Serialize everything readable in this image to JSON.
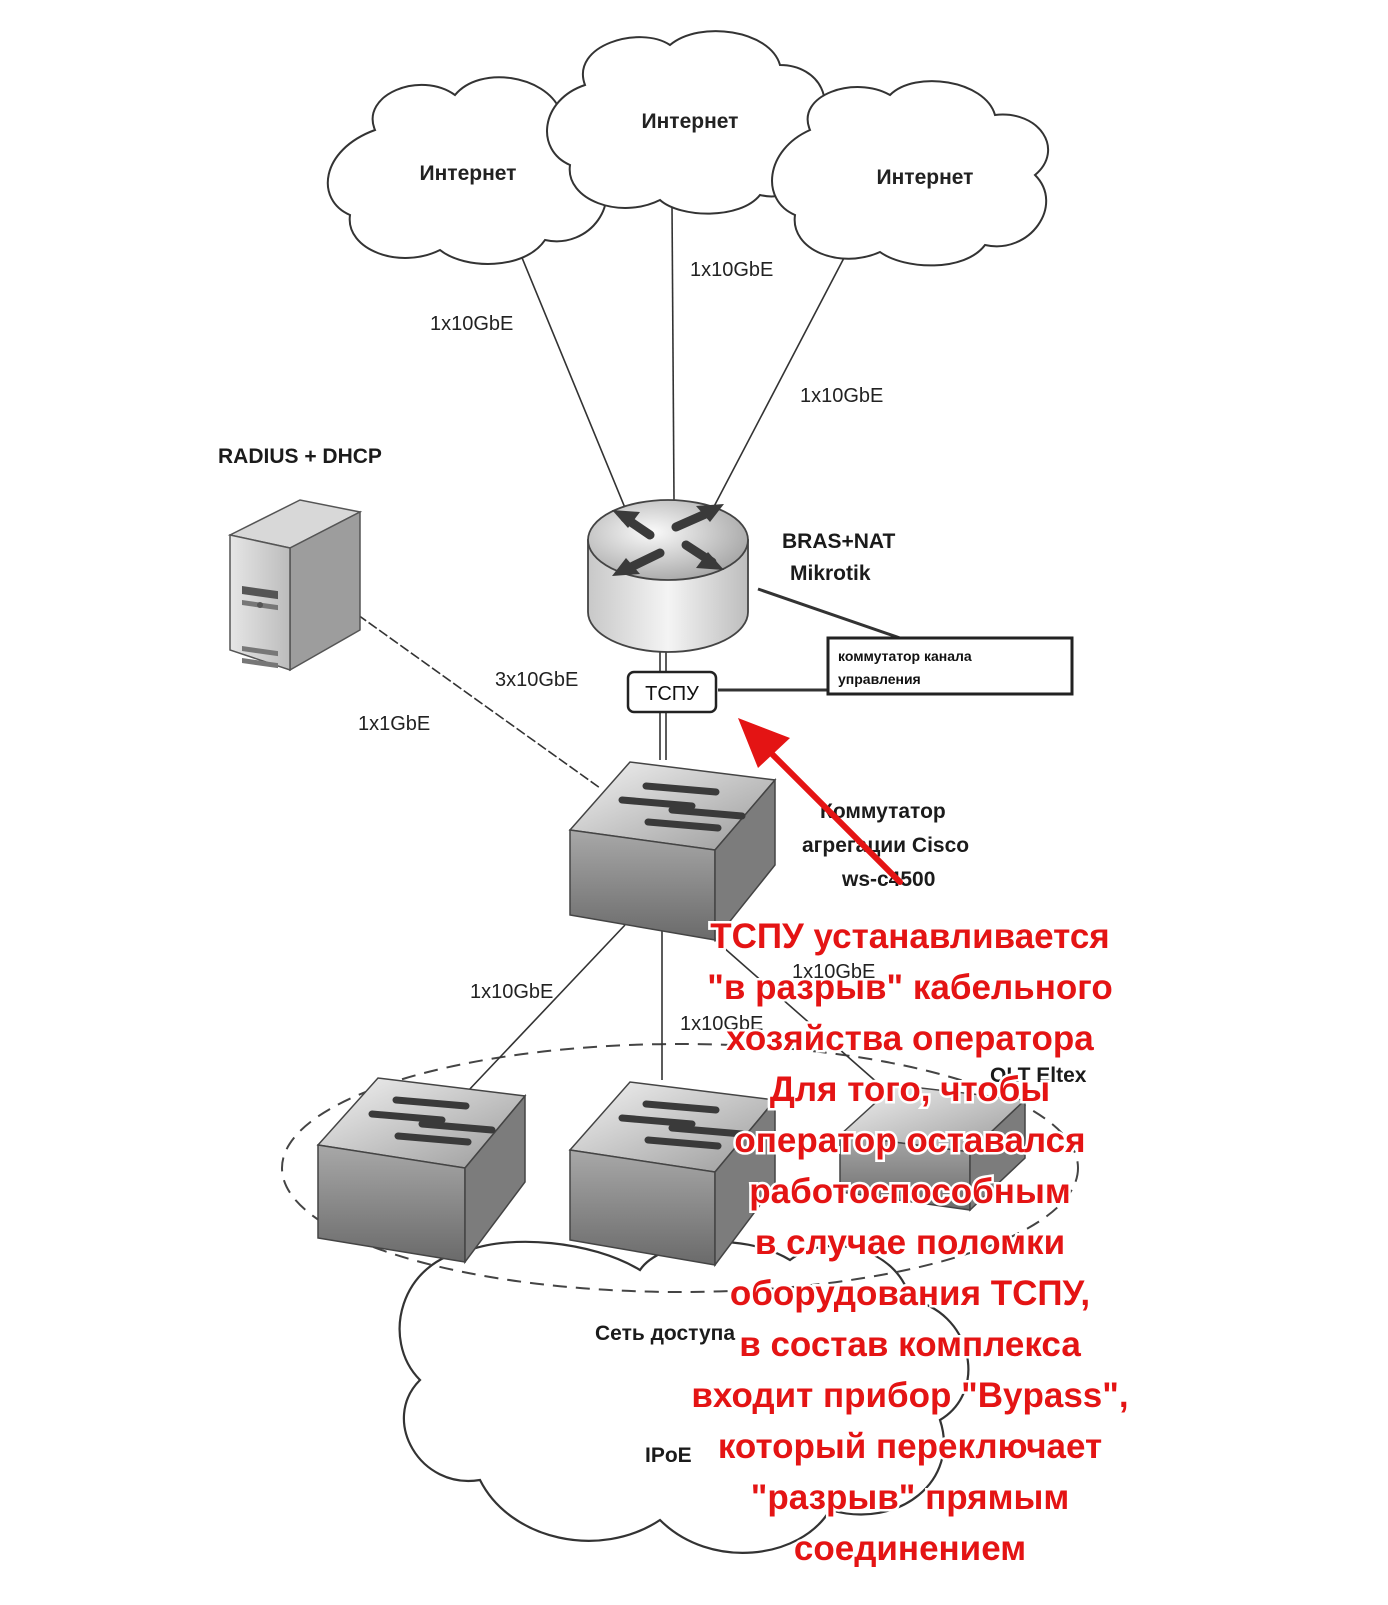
{
  "clouds": [
    {
      "label": "Интернет"
    },
    {
      "label": "Интернет"
    },
    {
      "label": "Интернет"
    }
  ],
  "links": {
    "cloud_left": "1x10GbE",
    "cloud_mid": "1x10GbE",
    "cloud_right": "1x10GbE",
    "bras_to_agg": "3x10GbE",
    "server_to_agg": "1x1GbE",
    "agg_to_left_switch": "1x10GbE",
    "agg_to_olt": "1x10GbE",
    "agg_to_mid_switch": "1x10GbE"
  },
  "nodes": {
    "server_label": "RADIUS + DHCP",
    "router_label_1": "BRAS+NAT",
    "router_label_2": "Mikrotik",
    "mgmt_box_line_1": "коммутатор канала",
    "mgmt_box_line_2": "управления",
    "tspu": "ТСПУ",
    "agg_label_1": "Коммутатор",
    "agg_label_2": "агрегации Cisco",
    "agg_label_3": "ws-c4500",
    "olt_label": "OLT Eltex",
    "access_label": "Сеть доступа",
    "ipoe_label": "IPoE"
  },
  "annotation": {
    "lines": [
      "ТСПУ устанавливается",
      "\"в разрыв\" кабельного",
      "хозяйства оператора",
      "Для того, чтобы",
      "оператор оставался",
      "работоспособным",
      "в случае поломки",
      "оборудования ТСПУ,",
      "в состав комплекса",
      "входит прибор \"Bypass\",",
      "который переключает",
      "\"разрыв\" прямым",
      "соединением"
    ],
    "color": "#e41414"
  }
}
